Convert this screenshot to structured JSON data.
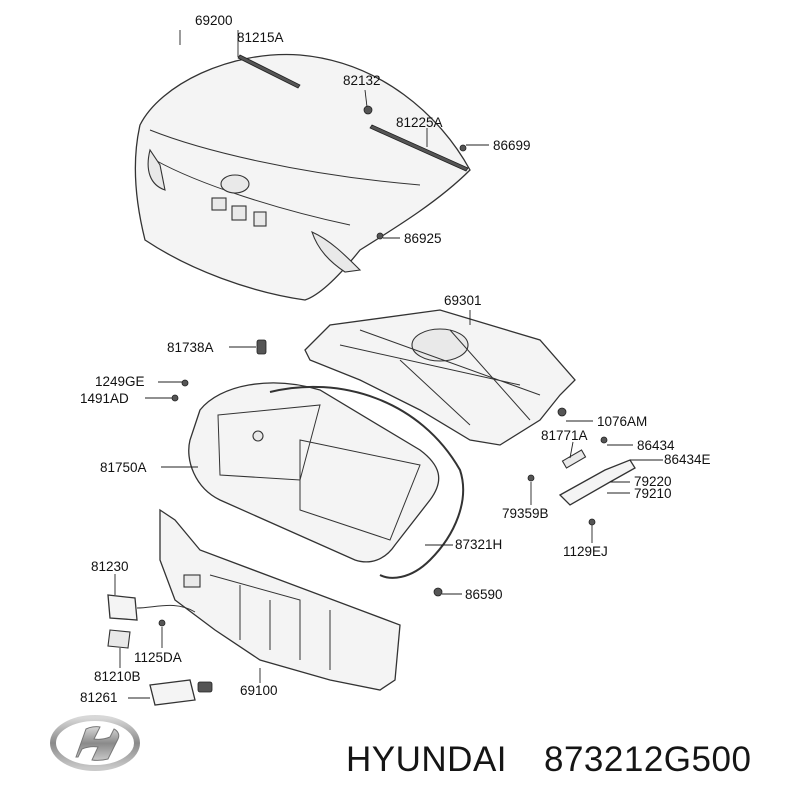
{
  "labels": {
    "l69200": "69200",
    "l81215A": "81215A",
    "l82132": "82132",
    "l81225A": "81225A",
    "l86699": "86699",
    "l86925": "86925",
    "l69301": "69301",
    "l81738A": "81738A",
    "l1249GE": "1249GE",
    "l1491AD": "1491AD",
    "l1076AM": "1076AM",
    "l81771A": "81771A",
    "l86434": "86434",
    "l86434E": "86434E",
    "l81750A": "81750A",
    "l79220": "79220",
    "l79210": "79210",
    "l79359B": "79359B",
    "l87321H": "87321H",
    "l1129EJ": "1129EJ",
    "l81230": "81230",
    "l86590": "86590",
    "l1125DA": "1125DA",
    "l81210B": "81210B",
    "l69100": "69100",
    "l81261": "81261"
  },
  "footer": {
    "brand": "HYUNDAI",
    "part_number": "873212G500"
  },
  "icons": {
    "logo": "hyundai-logo-icon"
  }
}
